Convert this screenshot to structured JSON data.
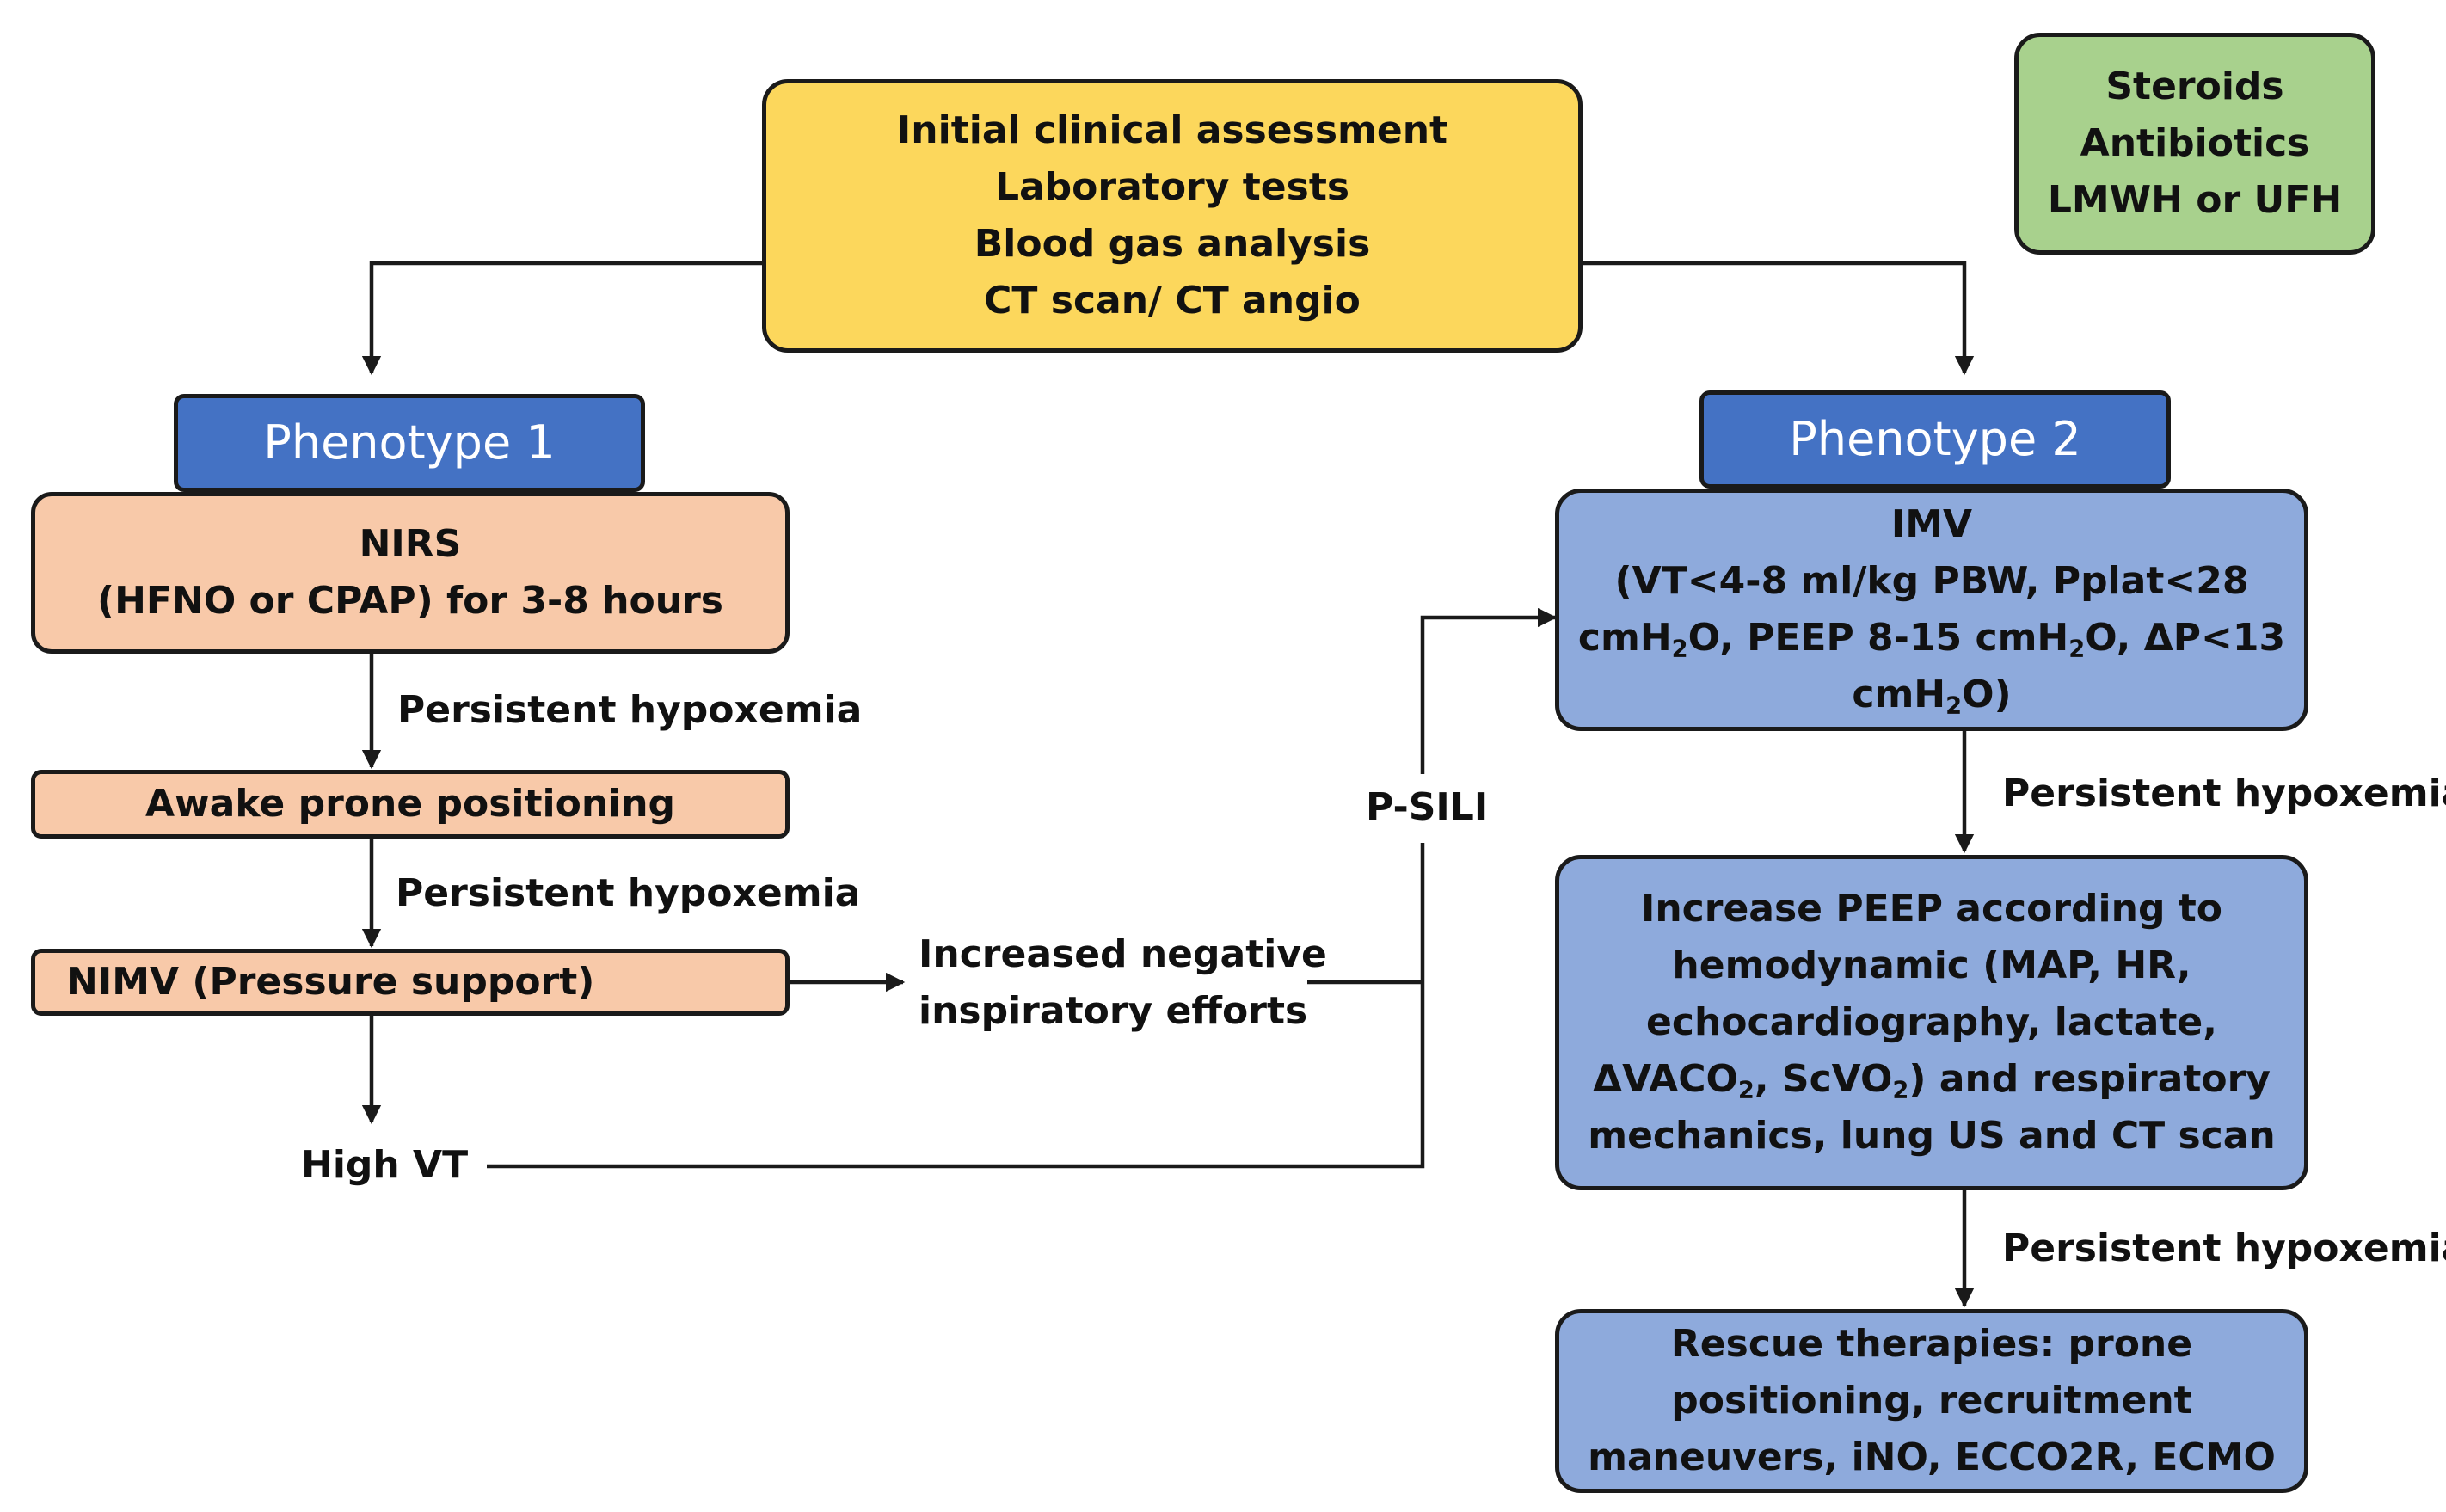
{
  "top_box": {
    "lines": [
      "Initial clinical assessment",
      "Laboratory tests",
      "Blood gas analysis",
      "CT scan/ CT angio"
    ]
  },
  "side_box": {
    "lines": [
      "Steroids",
      "Antibiotics",
      "LMWH or UFH"
    ]
  },
  "phenotype1": {
    "label": "Phenotype 1"
  },
  "phenotype2": {
    "label": "Phenotype 2"
  },
  "nirs": {
    "lines": [
      "NIRS",
      "(HFNO or CPAP) for 3-8 hours"
    ]
  },
  "prone": {
    "label": "Awake prone positioning"
  },
  "nimv": {
    "label": "NIMV (Pressure support)"
  },
  "imv": {
    "title": "IMV",
    "line1": "(VT<4-8 ml/kg PBW, Pplat<28",
    "line2_a": "cmH",
    "line2_sub": "2",
    "line2_b": "O, PEEP 8-15 cmH",
    "line2_sub2": "2",
    "line2_c": "O, ΔP<13",
    "line3_a": "cmH",
    "line3_sub": "2",
    "line3_b": "O)"
  },
  "peep": {
    "line1": "Increase PEEP according to",
    "line2": "hemodynamic (MAP, HR,",
    "line3": "echocardiography, lactate,",
    "line4_a": "ΔVACO",
    "line4_sub": "2",
    "line4_b": ", ScVO",
    "line4_sub2": "2",
    "line4_c": ") and respiratory",
    "line5": "mechanics, lung US and CT scan"
  },
  "rescue": {
    "lines": [
      "Rescue therapies: prone",
      "positioning, recruitment",
      "maneuvers, iNO, ECCO2R, ECMO"
    ]
  },
  "labels": {
    "persistent_1": "Persistent hypoxemia",
    "persistent_2": "Persistent hypoxemia",
    "persistent_3": "Persistent hypoxemia",
    "persistent_4": "Persistent hypoxemia",
    "increased_1": "Increased negative",
    "increased_2": "inspiratory efforts",
    "high_vt": "High VT",
    "psili": "P-SILI"
  },
  "colors": {
    "yellow": "#fcd75c",
    "green": "#a8d18d",
    "peach": "#f8c9a9",
    "blue": "#8eaadc",
    "phenotype": "#4472c4"
  }
}
